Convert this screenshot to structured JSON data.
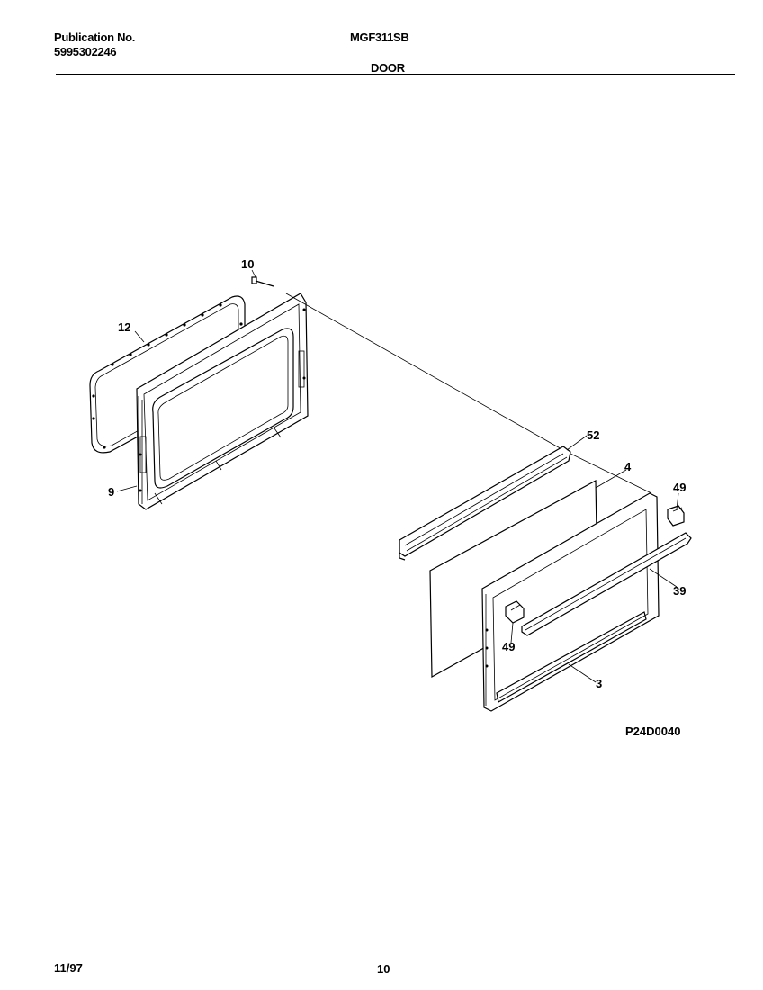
{
  "header": {
    "publication_label": "Publication No.",
    "publication_number": "5995302246",
    "model": "MGF311SB",
    "section": "DOOR"
  },
  "diagram": {
    "part_labels": [
      "10",
      "12",
      "9",
      "52",
      "4",
      "49",
      "39",
      "49",
      "3"
    ],
    "drawing_code": "P24D0040"
  },
  "footer": {
    "date": "11/97",
    "page": "10"
  }
}
